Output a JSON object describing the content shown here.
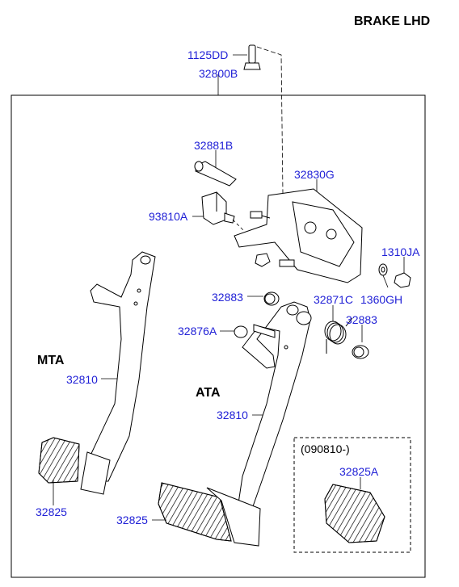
{
  "title": "BRAKE  LHD",
  "sections": {
    "mta": "MTA",
    "ata": "ATA"
  },
  "inset_note": "(090810-)",
  "colors": {
    "part_label": "#1f1fd6",
    "line": "#000000"
  },
  "parts": {
    "p1125DD": "1125DD",
    "p32800B": "32800B",
    "p32881B": "32881B",
    "p32830G": "32830G",
    "p93810A": "93810A",
    "p1310JA": "1310JA",
    "p32883_top": "32883",
    "p32871C": "32871C",
    "p1360GH": "1360GH",
    "p32883_right": "32883",
    "p32876A": "32876A",
    "p32810_mta": "32810",
    "p32810_ata": "32810",
    "p32825_mta": "32825",
    "p32825_ata": "32825",
    "p32825A": "32825A"
  }
}
